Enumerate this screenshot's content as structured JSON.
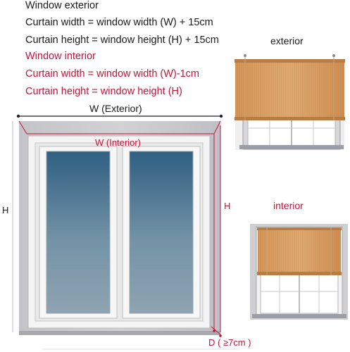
{
  "text": {
    "line1": "Window exterior",
    "line2": "Curtain width = window width (W) + 15cm",
    "line3": "Curtain height = window height (H) + 15cm",
    "line4": "Window interior",
    "line5": "Curtain width = window width (W)-1cm",
    "line6": "Curtain height = window height (H)"
  },
  "diagram": {
    "w_exterior": "W (Exterior)",
    "w_interior": "W (Interior)",
    "h_left": "H",
    "h_right": "H",
    "depth": "D ( ≥7cm )"
  },
  "photos": {
    "exterior_label": "exterior",
    "interior_label": "interior"
  },
  "colors": {
    "accent_red": "#c2153a",
    "text_dark": "#1a1a1a",
    "bamboo": "#d59a5e",
    "wall_gray": "#c9c9cd",
    "glass_blue": "#5e7e95"
  }
}
